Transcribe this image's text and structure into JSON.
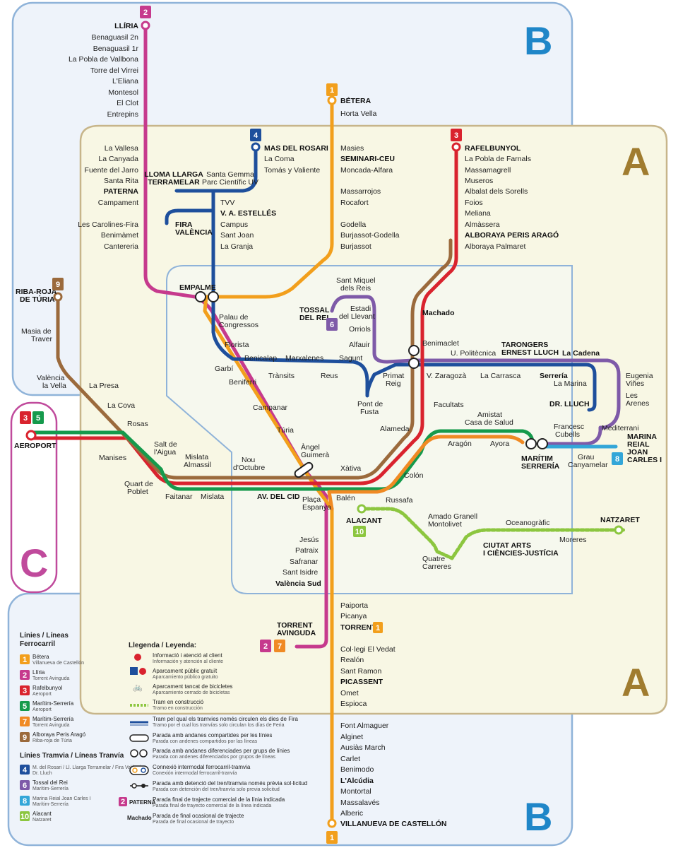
{
  "zones": {
    "a": "A",
    "b": "B",
    "c": "C"
  },
  "colors": {
    "l1": "#f29f1c",
    "l2": "#c63a8d",
    "l3": "#d9232e",
    "l5": "#159a4c",
    "l7": "#f08a24",
    "l9": "#9b6a3c",
    "l4": "#1e4f9c",
    "l6": "#7e5aa8",
    "l8": "#33a6d8",
    "l10": "#8cc63f"
  },
  "badges": {
    "l1": "1",
    "l2": "2",
    "l3": "3",
    "l4": "4",
    "l5": "5",
    "l6": "6",
    "l7": "7",
    "l8": "8",
    "l9": "9",
    "l10": "10"
  },
  "stations": {
    "l2_north": [
      "LLÍRIA",
      "Benaguasil 2n",
      "Benaguasil 1r",
      "La Pobla de Vallbona",
      "Torre del Virrei",
      "L'Eliana",
      "Montesol",
      "El Clot",
      "Entrepins",
      "La Vallesa",
      "La Canyada",
      "Fuente del Jarro",
      "Santa Rita",
      "PATERNA",
      "Campament",
      "Les Carolines-Fira",
      "Benimàmet",
      "Cantereria"
    ],
    "l1_north": [
      "BÉTERA",
      "Horta Vella",
      "Masies",
      "SEMINARI-CEU",
      "Moncada-Alfara",
      "Massarrojos",
      "Rocafort",
      "Godella",
      "Burjassot-Godella",
      "Burjassot"
    ],
    "l3_north": [
      "RAFELBUNYOL",
      "La Pobla de Farnals",
      "Massamagrell",
      "Museros",
      "Albalat dels Sorells",
      "Foios",
      "Meliana",
      "Almàssera",
      "ALBORAYA PERIS ARAGÓ",
      "Alboraya Palmaret"
    ],
    "l4_north": [
      "MAS DEL ROSARI",
      "La Coma",
      "Tomás y Valiente",
      "Santa Gemma",
      "Parc Científic UV",
      "LLOMA LLARGA",
      "TERRAMELAR",
      "TVV",
      "V. A. ESTELLÉS",
      "FIRA",
      "VALÈNCIA",
      "Campus",
      "Sant Joan",
      "La Granja"
    ],
    "center": [
      "EMPALME",
      "Palau de",
      "Congressos",
      "Florista",
      "Garbí",
      "Benicalap",
      "Trànsits",
      "Marxalenes",
      "Reus",
      "Sagunt",
      "Pont de",
      "Fusta",
      "Beniferri",
      "Campanar",
      "Túria",
      "Àngel",
      "Guimerà",
      "Xàtiva",
      "Plaça",
      "Espanya",
      "Balén",
      "Colón",
      "Alameda",
      "Facultats",
      "Machado",
      "Benimaclet",
      "Primat",
      "Reig",
      "V. Zaragozà",
      "U. Politècnica",
      "La Carrasca",
      "TARONGERS",
      "ERNEST LLUCH",
      "Serrería",
      "La Cadena",
      "La Marina",
      "DR. LLUCH",
      "Eugenia",
      "Viñes",
      "Les",
      "Arenes",
      "Mediterrani",
      "Amistat",
      "Casa de Salud",
      "Aragón",
      "Ayora",
      "MARÍTIM",
      "SERRERÍA",
      "Francesc",
      "Cubells",
      "Grau",
      "Canyamelar",
      "MARINA",
      "REIAL",
      "JOAN",
      "CARLES I"
    ],
    "l6": [
      "TOSSAL",
      "DEL REI",
      "Sant Miquel",
      "dels Reis",
      "Estadi",
      "del Llevant",
      "Orriols",
      "Alfauir"
    ],
    "l10": [
      "ALACANT",
      "Russafa",
      "Amado Granell",
      "Montolivet",
      "Quatre",
      "Carreres",
      "CIUTAT ARTS",
      "I CIÈNCIES-JUSTÍCIA",
      "Oceanogràfic",
      "Moreres",
      "NATZARET"
    ],
    "west": [
      "RIBA-ROJA",
      "DE TÚRIA",
      "Masia de",
      "Traver",
      "València",
      "la Vella",
      "La Presa",
      "La Cova",
      "Rosas",
      "Manises",
      "Salt de",
      "l'Aigua",
      "Quart de",
      "Poblet",
      "Faitanar",
      "Mislata",
      "Almassil",
      "Nou",
      "d'Octubre",
      "AV. DEL CID",
      "AEROPORT"
    ],
    "south": [
      "Jesús",
      "Patraix",
      "Safranar",
      "Sant Isidre",
      "València Sud",
      "Paiporta",
      "Picanya",
      "TORRENT",
      "TORRENT",
      "AVINGUDA",
      "Col·legi El Vedat",
      "Realón",
      "Sant Ramon",
      "PICASSENT",
      "Omet",
      "Espioca",
      "Font Almaguer",
      "Alginet",
      "Ausiàs March",
      "Carlet",
      "Benimodo",
      "L'Alcúdia",
      "Montortal",
      "Massalavés",
      "Alberic",
      "VILLANUEVA DE CASTELLÓN"
    ]
  },
  "legend": {
    "rail_title": "Línies / Líneas",
    "rail_title2": "Ferrocarril",
    "rail": [
      {
        "badge": "1",
        "a": "Bétera",
        "b": "Villanueva de Castellón"
      },
      {
        "badge": "2",
        "a": "Llíria",
        "b": "Torrent Avinguda"
      },
      {
        "badge": "3",
        "a": "Rafelbunyol",
        "b": "Aeroport"
      },
      {
        "badge": "5",
        "a": "Marítim-Serrería",
        "b": "Aeroport"
      },
      {
        "badge": "7",
        "a": "Marítim-Serrería",
        "b": "Torrent Avinguda"
      },
      {
        "badge": "9",
        "a": "Alboraya Peris Aragó",
        "b": "Riba-roja de Túria"
      }
    ],
    "tram_title": "Línies Tramvia / Líneas Tranvía",
    "tram": [
      {
        "badge": "4",
        "a": "M. del Rosari / Ll. Llarga Terramelar / Fira València",
        "b": "Dr. Lluch"
      },
      {
        "badge": "6",
        "a": "Tossal del Rei",
        "b": "Marítim-Serrería"
      },
      {
        "badge": "8",
        "a": "Marina Reial Joan Carles I",
        "b": "Marítim-Serrería"
      },
      {
        "badge": "10",
        "a": "Alacant",
        "b": "Natzaret"
      }
    ],
    "key_title": "Llegenda / Leyenda:",
    "keys": [
      {
        "a": "Informació i atenció al client",
        "b": "Información y atención al cliente"
      },
      {
        "a": "Aparcament públic gratuït",
        "b": "Aparcamiento público gratuito"
      },
      {
        "a": "Aparcament tancat de bicicletes",
        "b": "Aparcamiento cerrado de bicicletas"
      },
      {
        "a": "Tram en construcció",
        "b": "Tramo en construcción"
      },
      {
        "a": "Tram pel qual els tramvies només circulen els dies de Fira",
        "b": "Tramo por el cual los tranvías solo circulan los días de Feria"
      },
      {
        "a": "Parada amb andanes compartides per les línies",
        "b": "Parada con andenes compartidos por las líneas"
      },
      {
        "a": "Parada amb andanes diferenciades per grups de línies",
        "b": "Parada con andenes diferenciados por grupos de líneas"
      },
      {
        "a": "Connexió intermodal ferrocarril-tramvia",
        "b": "Conexión intermodal ferrocarril-tranvía"
      },
      {
        "a": "Parada amb detenció del tren/tramvia només prèvia sol·licitud",
        "b": "Parada con detención del tren/tranvía solo previa solicitud"
      },
      {
        "a": "Parada final de trajecte comercial de la línia indicada",
        "b": "Parada final de trayecto comercial de la línea indicada"
      },
      {
        "a": "Parada de final ocasional de trajecte",
        "b": "Parada de final ocasional de trayecto"
      }
    ],
    "key_paterna": "PATERNA",
    "key_machado": "Machado"
  }
}
